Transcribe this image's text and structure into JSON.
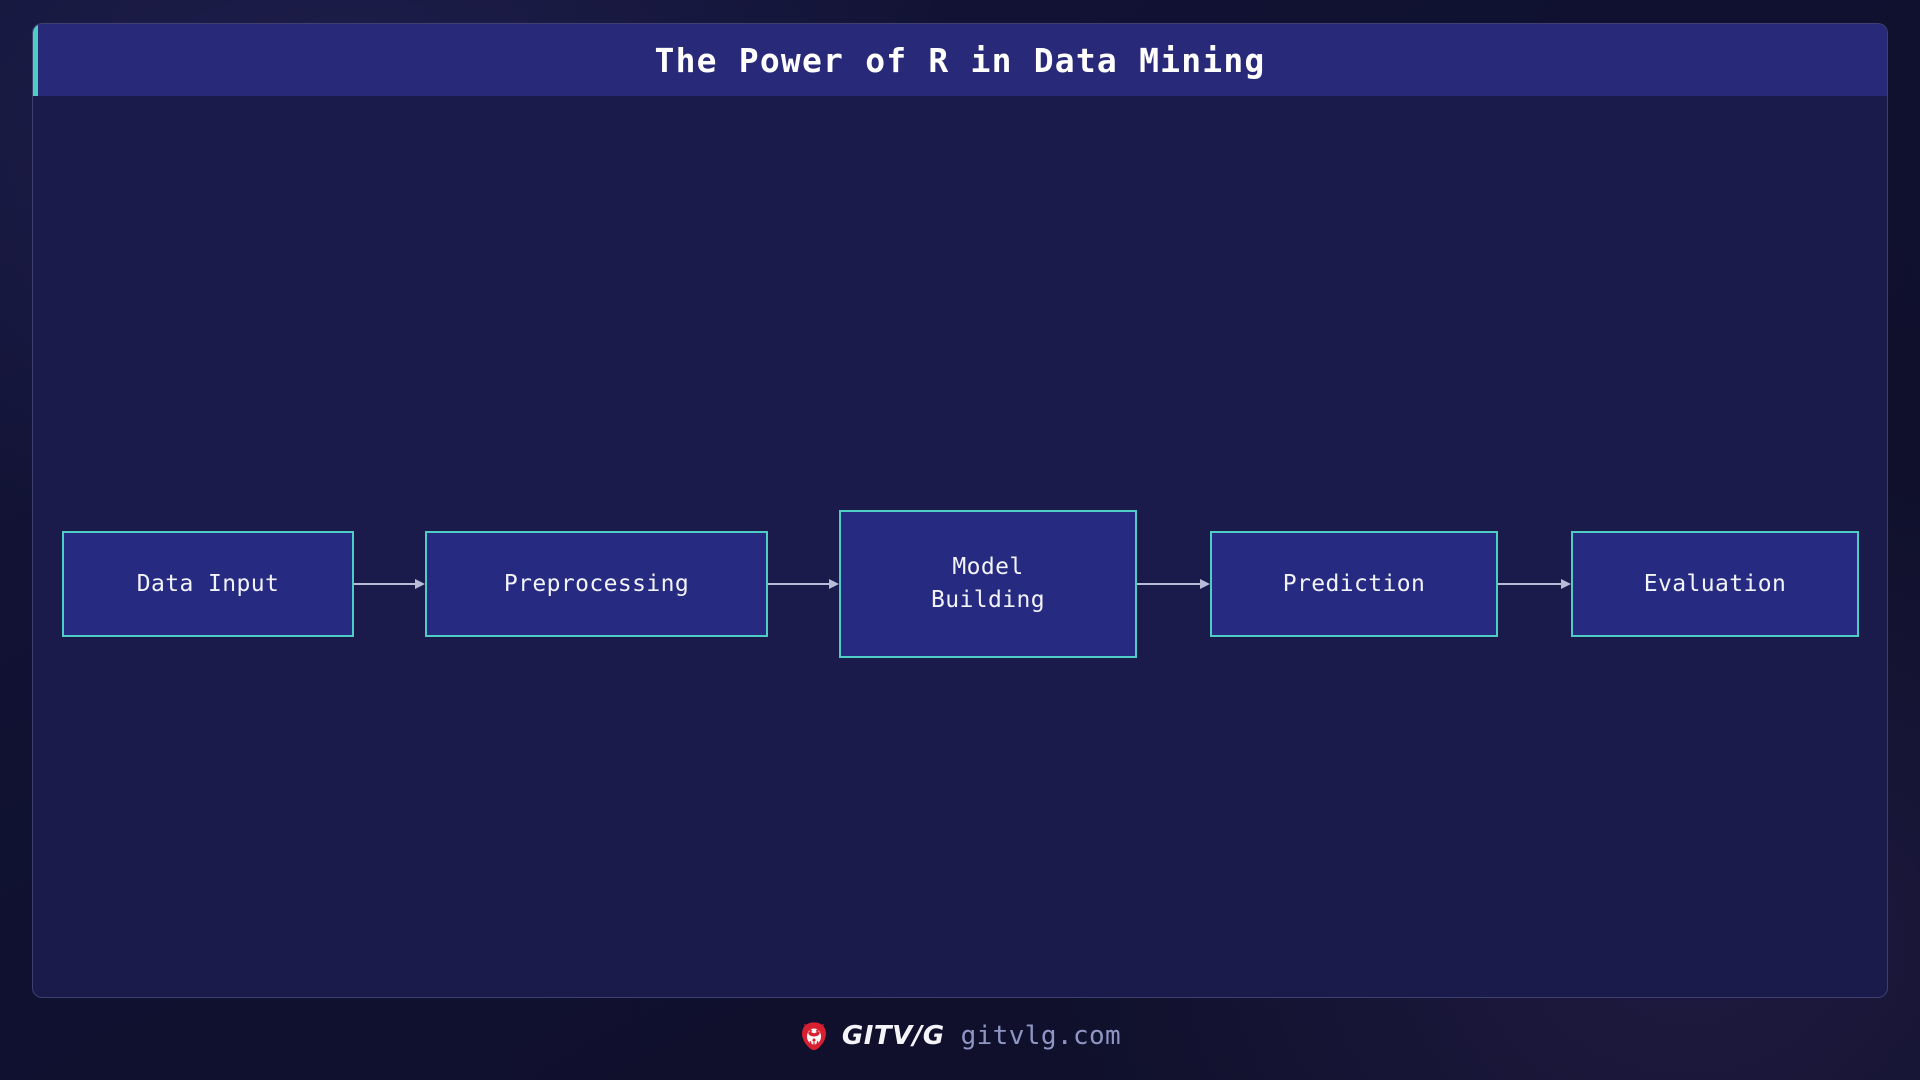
{
  "slide": {
    "title": "The Power of R in Data Mining",
    "accent_color": "#4ecdc4",
    "header_bg": "#282a79",
    "canvas_bg": "#1a1b4b",
    "page_bg": "#12132e"
  },
  "diagram": {
    "type": "flowchart",
    "orientation": "left-to-right",
    "node_border_color": "#4ecdc4",
    "node_fill_color": "#262a80",
    "connector_color": "#b9bcd8",
    "nodes": [
      {
        "id": "data-input",
        "label": "Data Input"
      },
      {
        "id": "preprocessing",
        "label": "Preprocessing"
      },
      {
        "id": "model-building",
        "label": "Model\nBuilding"
      },
      {
        "id": "prediction",
        "label": "Prediction"
      },
      {
        "id": "evaluation",
        "label": "Evaluation"
      }
    ],
    "edges": [
      {
        "from": "data-input",
        "to": "preprocessing"
      },
      {
        "from": "preprocessing",
        "to": "model-building"
      },
      {
        "from": "model-building",
        "to": "prediction"
      },
      {
        "from": "prediction",
        "to": "evaluation"
      }
    ]
  },
  "footer": {
    "logo_icon": "lion-head-icon",
    "logo_color": "#d92030",
    "brand_name": "GITV/G",
    "url": "gitvlg.com"
  }
}
